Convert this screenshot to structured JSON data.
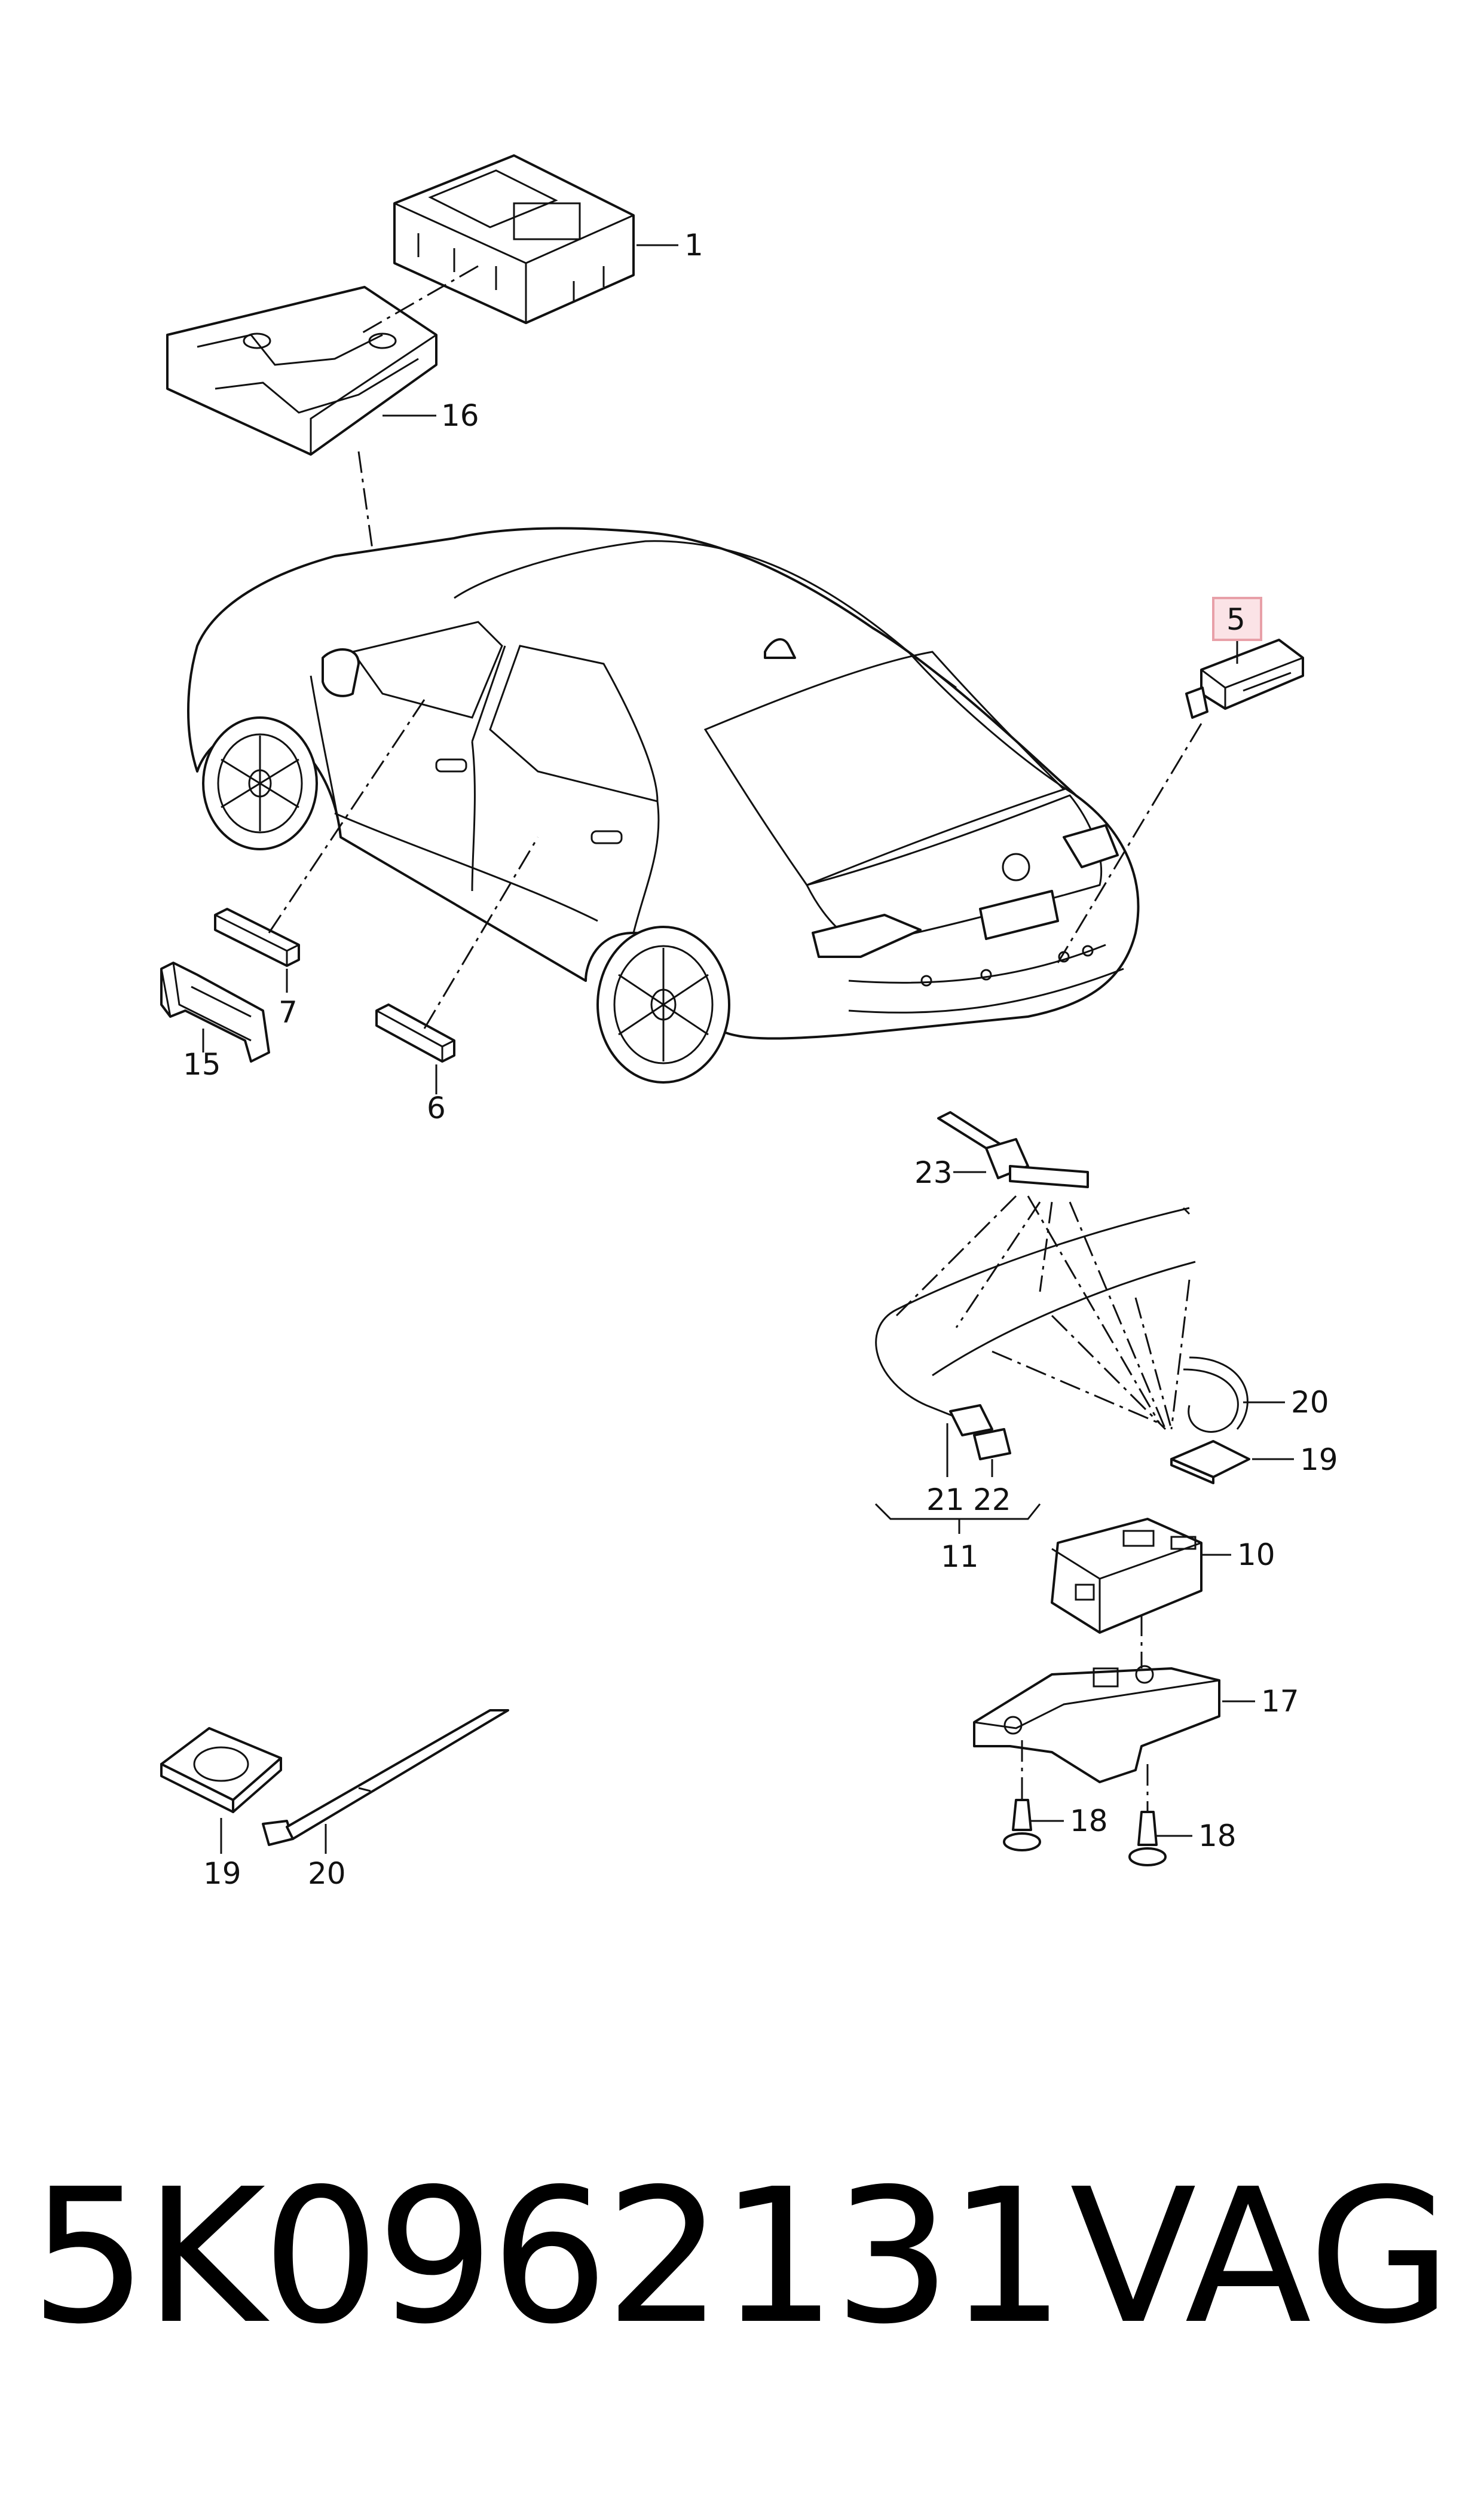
{
  "callouts": [
    {
      "id": "c1",
      "text": "1"
    },
    {
      "id": "c16",
      "text": "16"
    },
    {
      "id": "c5",
      "text": "5"
    },
    {
      "id": "c7",
      "text": "7"
    },
    {
      "id": "c15",
      "text": "15"
    },
    {
      "id": "c6",
      "text": "6"
    },
    {
      "id": "c23",
      "text": "23"
    },
    {
      "id": "c20a",
      "text": "20"
    },
    {
      "id": "c19a",
      "text": "19"
    },
    {
      "id": "c21",
      "text": "21"
    },
    {
      "id": "c22",
      "text": "22"
    },
    {
      "id": "c11",
      "text": "11"
    },
    {
      "id": "c10",
      "text": "10"
    },
    {
      "id": "c17",
      "text": "17"
    },
    {
      "id": "c18a",
      "text": "18"
    },
    {
      "id": "c18b",
      "text": "18"
    },
    {
      "id": "c19b",
      "text": "19"
    },
    {
      "id": "c20b",
      "text": "20"
    }
  ],
  "highlighted_callout": "5",
  "highlight_color": "#e8a0a8",
  "part_number": "5K0962131",
  "brand": "VAG"
}
